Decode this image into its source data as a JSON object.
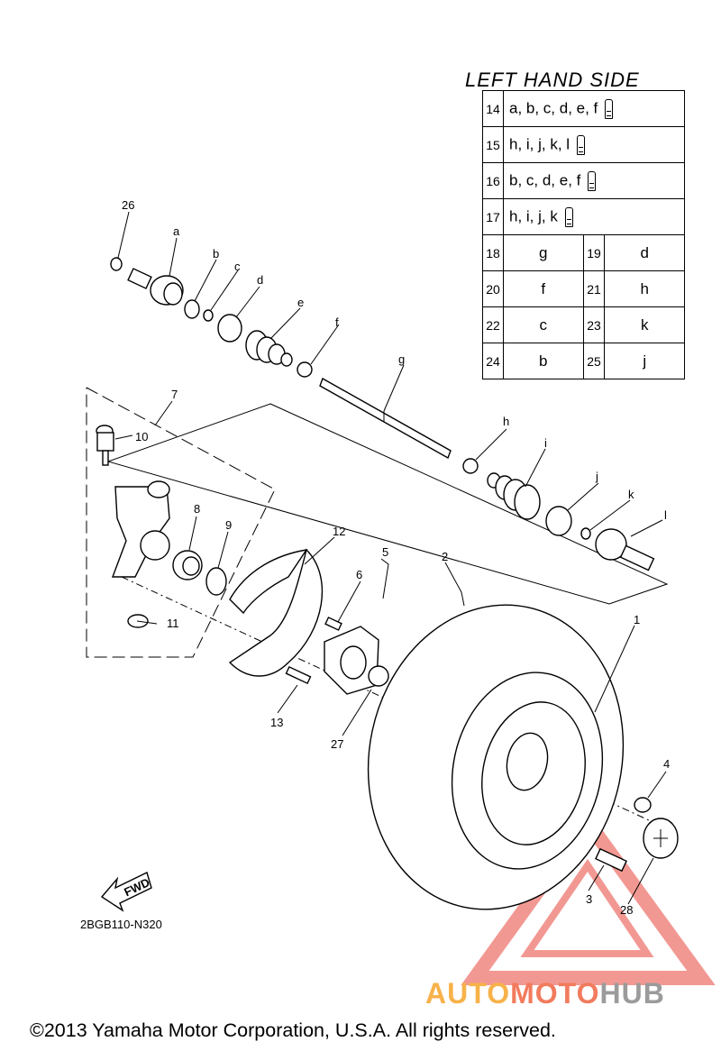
{
  "table": {
    "title": "LEFT HAND SIDE",
    "full_rows": [
      {
        "num": "14",
        "parts": "a, b, c, d, e, f"
      },
      {
        "num": "15",
        "parts": "h, i, j, k, l"
      },
      {
        "num": "16",
        "parts": "b, c, d, e, f"
      },
      {
        "num": "17",
        "parts": "h, i, j, k"
      }
    ],
    "pair_rows": [
      [
        {
          "num": "18",
          "part": "g"
        },
        {
          "num": "19",
          "part": "d"
        }
      ],
      [
        {
          "num": "20",
          "part": "f"
        },
        {
          "num": "21",
          "part": "h"
        }
      ],
      [
        {
          "num": "22",
          "part": "c"
        },
        {
          "num": "23",
          "part": "k"
        }
      ],
      [
        {
          "num": "24",
          "part": "b"
        },
        {
          "num": "25",
          "part": "j"
        }
      ]
    ],
    "icon": "grease-tube-icon"
  },
  "callouts": {
    "n1": "1",
    "n2": "2",
    "n3": "3",
    "n4": "4",
    "n5": "5",
    "n6": "6",
    "n7": "7",
    "n8": "8",
    "n9": "9",
    "n10": "10",
    "n11": "11",
    "n12": "12",
    "n13": "13",
    "n26": "26",
    "n27": "27",
    "n28": "28",
    "a": "a",
    "b": "b",
    "c": "c",
    "d": "d",
    "e": "e",
    "f": "f",
    "g": "g",
    "h": "h",
    "i": "i",
    "j": "j",
    "k": "k",
    "l": "l"
  },
  "fwd_label": "FWD",
  "drawing_code": "2BGB110-N320",
  "copyright": "©2013 Yamaha Motor Corporation, U.S.A. All rights reserved.",
  "watermark": {
    "part1": "AUTO",
    "part2": "MOTO",
    "part3": "HUB"
  },
  "colors": {
    "watermark_red": "#e8443a",
    "watermark_orange": "#f7b24a",
    "watermark_gray": "#9b9b9b"
  }
}
